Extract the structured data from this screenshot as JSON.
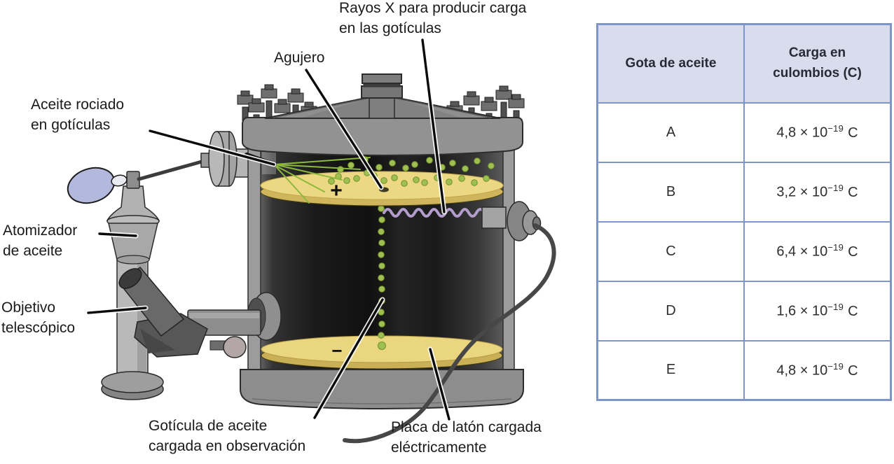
{
  "figure": {
    "labels": {
      "xrays": "Rayos X para producir carga\nen las gotículas",
      "hole": "Agujero",
      "spray": "Aceite rociado\nen gotículas",
      "atomizer": "Atomizador\nde aceite",
      "telescope": "Objetivo\ntelescópico",
      "droplet": "Gotícula de aceite\ncargada en observación",
      "plate": "Placa de latón cargada\neléctricamente"
    },
    "signs": {
      "top_plate": "+",
      "bottom_plate": "−"
    }
  },
  "table": {
    "headers": [
      "Gota de aceite",
      "Carga en\nculombios (C)"
    ],
    "rows": [
      {
        "drop": "A",
        "coeff": "4,8 × 10",
        "exp": "−19",
        "unit": "C"
      },
      {
        "drop": "B",
        "coeff": "3,2 × 10",
        "exp": "−19",
        "unit": "C"
      },
      {
        "drop": "C",
        "coeff": "6,4 × 10",
        "exp": "−19",
        "unit": "C"
      },
      {
        "drop": "D",
        "coeff": "1,6 × 10",
        "exp": "−19",
        "unit": "C"
      },
      {
        "drop": "E",
        "coeff": "4,8 × 10",
        "exp": "−19",
        "unit": "C"
      }
    ]
  },
  "colors": {
    "table_border": "#7e95c9",
    "table_header_bg": "#d8dcec",
    "plate_yellow": "#ecd883",
    "droplet_green": "#9fbf50",
    "xray_purple": "#b29dcb",
    "atomizer_bulb": "#b3b9dc",
    "chamber_gray": "#8e8e8e"
  }
}
